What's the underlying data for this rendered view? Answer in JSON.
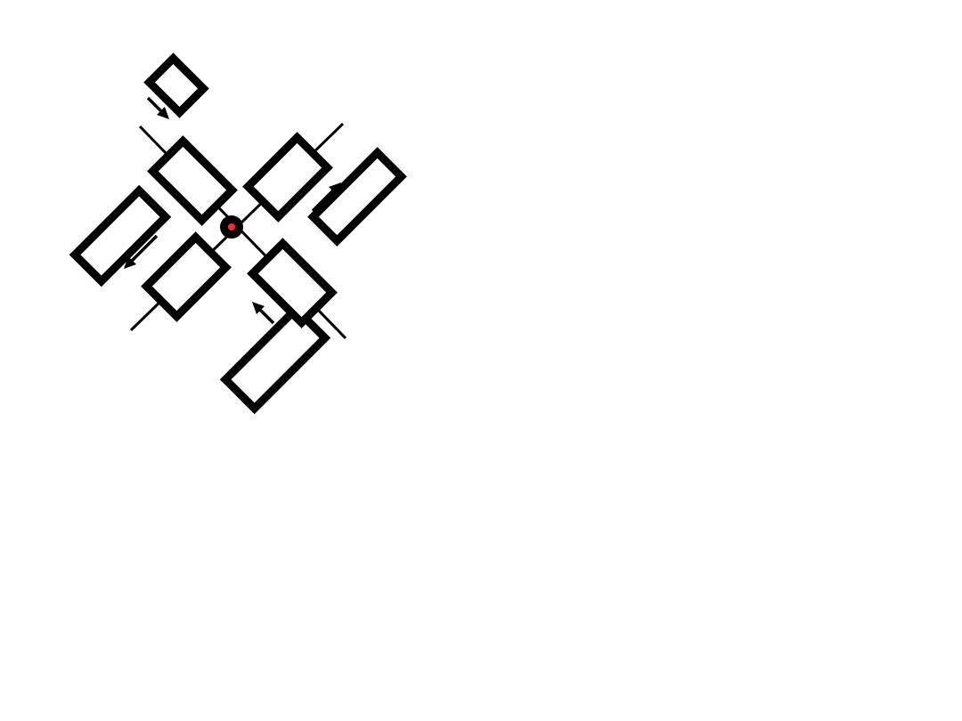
{
  "diagram": {
    "description_visible_text": "",
    "colors": {
      "background": "#ffffff",
      "stroke": "#000000",
      "hub_fill": "#000000",
      "hub_center": "#ff2a2a"
    },
    "icons": {
      "hub": "pivot-dot-icon",
      "arrow": "arrow-icon"
    },
    "elements": {
      "rectangles_count": 9,
      "arrows_count": 4,
      "axis_lines_count": 2,
      "hub_count": 1
    }
  }
}
